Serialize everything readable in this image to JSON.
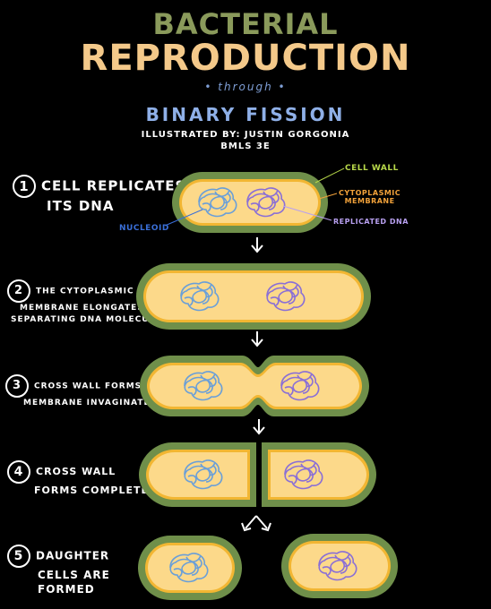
{
  "title": {
    "line1": "BACTERIAL",
    "line2": "REPRODUCTION",
    "line3": "• through •",
    "line4": "BINARY FISSION",
    "credit1": "ILLUSTRATED BY: JUSTIN GORGONIA",
    "credit2": "BMLS 3E"
  },
  "steps": [
    {
      "num": "1",
      "line1": "CELL REPLICATES",
      "line2": "ITS DNA"
    },
    {
      "num": "2",
      "line1": "THE CYTOPLASMIC",
      "line2": "MEMBRANE ELONGATES,",
      "line3": "SEPARATING DNA MOLECULES"
    },
    {
      "num": "3",
      "line1": "CROSS WALL FORMS;",
      "line2": "MEMBRANE INVAGINATES"
    },
    {
      "num": "4",
      "line1": "CROSS WALL",
      "line2": "FORMS COMPLETELY"
    },
    {
      "num": "5",
      "line1": "DAUGHTER",
      "line2": "CELLS ARE",
      "line3": "FORMED"
    }
  ],
  "labels": {
    "cell_wall": "CELL WALL",
    "cytoplasmic": "CYTOPLASMIC",
    "membrane": "MEMBRANE",
    "replicated_dna": "REPLICATED DNA",
    "nucleoid": "NUCLEOID"
  },
  "colors": {
    "cell_wall": "#6f8f4a",
    "membrane": "#f2b632",
    "cytoplasm": "#fcd98a",
    "nucleoid": "#6a9fd8",
    "replicated_dna": "#8a6fd6",
    "cell_wall_label": "#b8d94a",
    "cytoplasmic_label": "#f2a23a",
    "replicated_label": "#b8a0f0",
    "nucleoid_label": "#3a6fd8"
  }
}
